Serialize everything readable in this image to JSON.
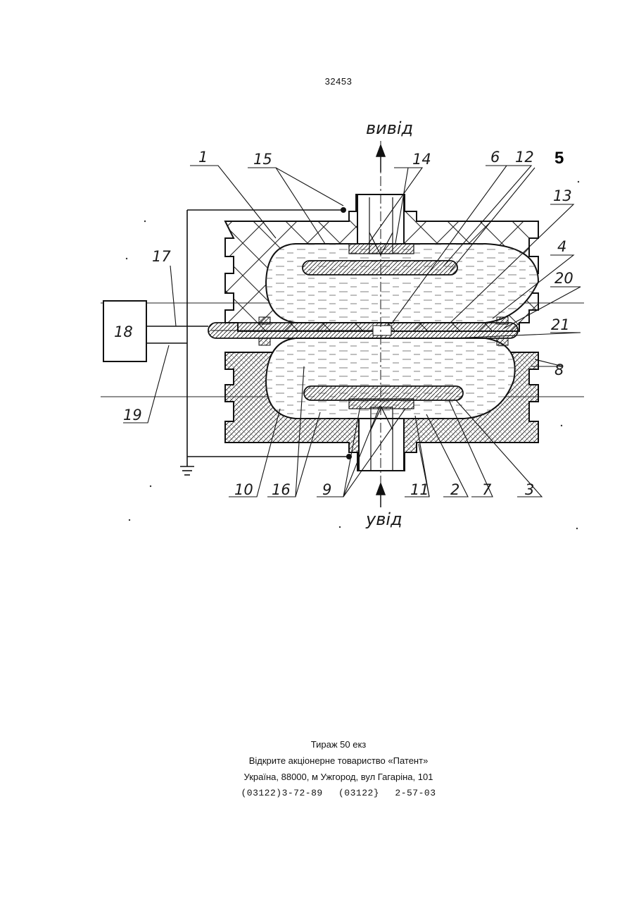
{
  "page_number": "32453",
  "figure": {
    "label_output": "вивід",
    "label_input": "увід",
    "callouts": {
      "c1": "1",
      "c2": "2",
      "c3": "3",
      "c4": "4",
      "c5": "5",
      "c6": "6",
      "c7": "7",
      "c8": "8",
      "c9": "9",
      "c10": "10",
      "c11": "11",
      "c12": "12",
      "c13": "13",
      "c14": "14",
      "c15": "15",
      "c16": "16",
      "c17": "17",
      "c18": "18",
      "c19": "19",
      "c20": "20",
      "c21": "21"
    }
  },
  "footer": {
    "circulation": "Тираж 50 екз",
    "publisher": "Відкрите акціонерне товариство «Патент»",
    "address": "Україна, 88000, м Ужгород, вул Гагаріна, 101",
    "phones": "(03122)3-72-89 (03122} 2-57-03"
  }
}
